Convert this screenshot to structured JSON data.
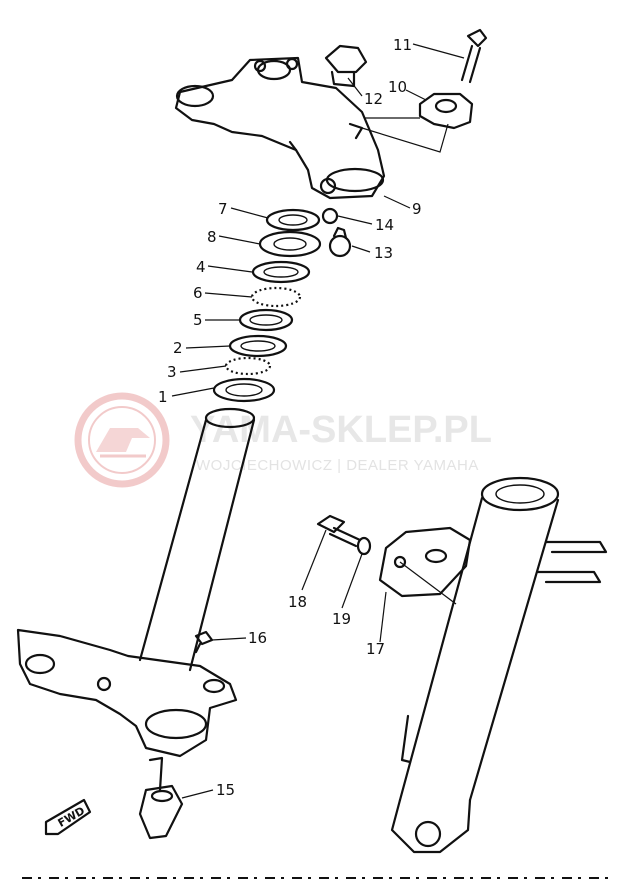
{
  "watermark": {
    "title": "YAMA-SKLEP.PL",
    "subtitle": "WOJCIECHOWICZ | DEALER YAMAHA",
    "logo_color": "#e8a0a0",
    "text_color": "#e6e6e6"
  },
  "fwd_label": "FWD",
  "parts": [
    {
      "id": "p1",
      "label": "1"
    },
    {
      "id": "p2",
      "label": "2"
    },
    {
      "id": "p3",
      "label": "3"
    },
    {
      "id": "p4",
      "label": "4"
    },
    {
      "id": "p5",
      "label": "5"
    },
    {
      "id": "p6",
      "label": "6"
    },
    {
      "id": "p7",
      "label": "7"
    },
    {
      "id": "p8",
      "label": "8"
    },
    {
      "id": "p9",
      "label": "9"
    },
    {
      "id": "p10",
      "label": "10"
    },
    {
      "id": "p11",
      "label": "11"
    },
    {
      "id": "p12",
      "label": "12"
    },
    {
      "id": "p13",
      "label": "13"
    },
    {
      "id": "p14",
      "label": "14"
    },
    {
      "id": "p15",
      "label": "15"
    },
    {
      "id": "p16",
      "label": "16"
    },
    {
      "id": "p17",
      "label": "17"
    },
    {
      "id": "p18",
      "label": "18"
    },
    {
      "id": "p19",
      "label": "19"
    }
  ]
}
